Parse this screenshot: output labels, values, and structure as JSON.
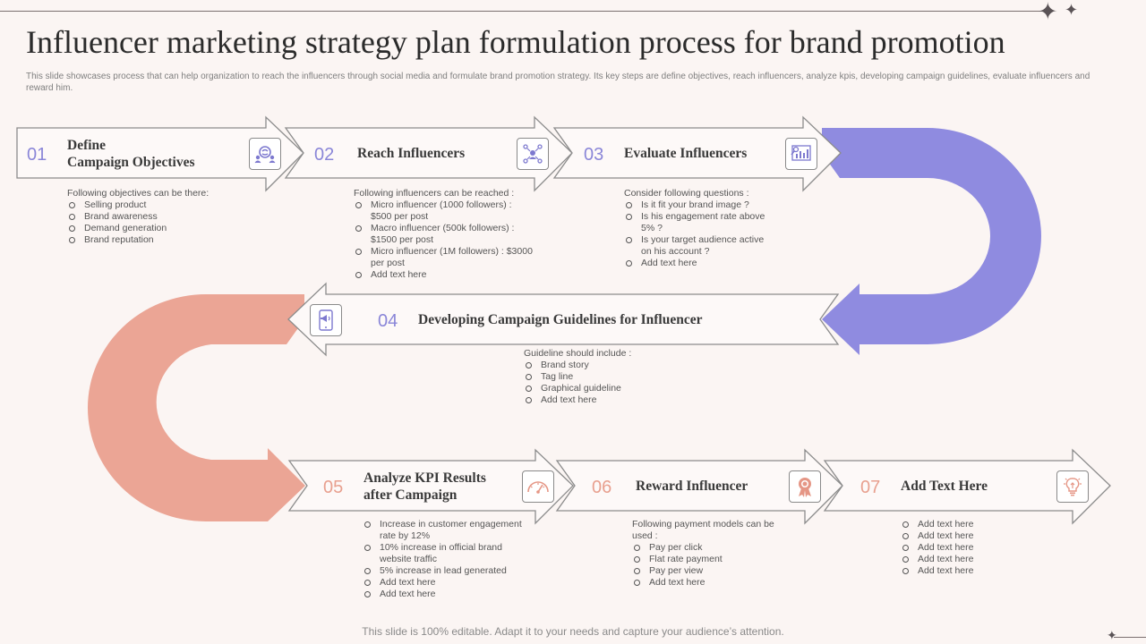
{
  "title": "Influencer marketing strategy plan formulation process for brand promotion",
  "subtitle": "This slide showcases process that can help organization to reach the influencers through social media and formulate brand promotion strategy. Its key steps are define objectives, reach influencers, analyze kpis, developing campaign guidelines, evaluate influencers and reward him.",
  "colors": {
    "purple": "#8f8be0",
    "salmon": "#eba595",
    "number_purple": "#8a86d8",
    "number_salmon": "#e8a08f"
  },
  "steps": [
    {
      "number": "01",
      "title_line1": "Define",
      "title_line2": "Campaign Objectives",
      "icon": "people-brain-icon",
      "intro": "Following objectives can be there:",
      "bullets": [
        "Selling product",
        "Brand awareness",
        "Demand generation",
        "Brand reputation"
      ]
    },
    {
      "number": "02",
      "title": "Reach Influencers",
      "icon": "network-icon",
      "intro": "Following influencers can be reached :",
      "bullets": [
        "Micro influencer (1000 followers) : $500 per post",
        "Macro influencer (500k followers) : $1500 per post",
        "Micro influencer (1M followers) : $3000 per post",
        "Add text here"
      ]
    },
    {
      "number": "03",
      "title": "Evaluate Influencers",
      "icon": "analytics-chart-icon",
      "intro": "Consider following questions :",
      "bullets": [
        "Is it  fit your brand image  ?",
        "Is his engagement rate above 5% ?",
        "Is your target audience active on his account ?",
        "Add text here"
      ]
    },
    {
      "number": "04",
      "title": "Developing Campaign Guidelines for Influencer",
      "icon": "phone-megaphone-icon",
      "intro": "Guideline should include :",
      "bullets": [
        "Brand story",
        "Tag line",
        "Graphical guideline",
        "Add text here"
      ]
    },
    {
      "number": "05",
      "title_line1": "Analyze KPI Results",
      "title_line2": "after Campaign",
      "icon": "gauge-icon",
      "intro": "",
      "bullets": [
        "Increase in customer engagement rate by 12%",
        "10% increase in official brand website traffic",
        "5% increase in lead generated",
        "Add text here",
        "Add text here"
      ]
    },
    {
      "number": "06",
      "title": "Reward Influencer",
      "icon": "award-ribbon-icon",
      "intro": "Following payment models can be used :",
      "bullets": [
        "Pay per click",
        "Flat rate payment",
        "Pay per view",
        "Add text here"
      ]
    },
    {
      "number": "07",
      "title": "Add Text Here",
      "icon": "lightbulb-icon",
      "intro": "",
      "bullets": [
        "Add text here",
        "Add text here",
        "Add text here",
        "Add text here",
        "Add text here"
      ]
    }
  ],
  "footer": "This slide is 100% editable. Adapt it to your needs and capture your audience’s attention."
}
